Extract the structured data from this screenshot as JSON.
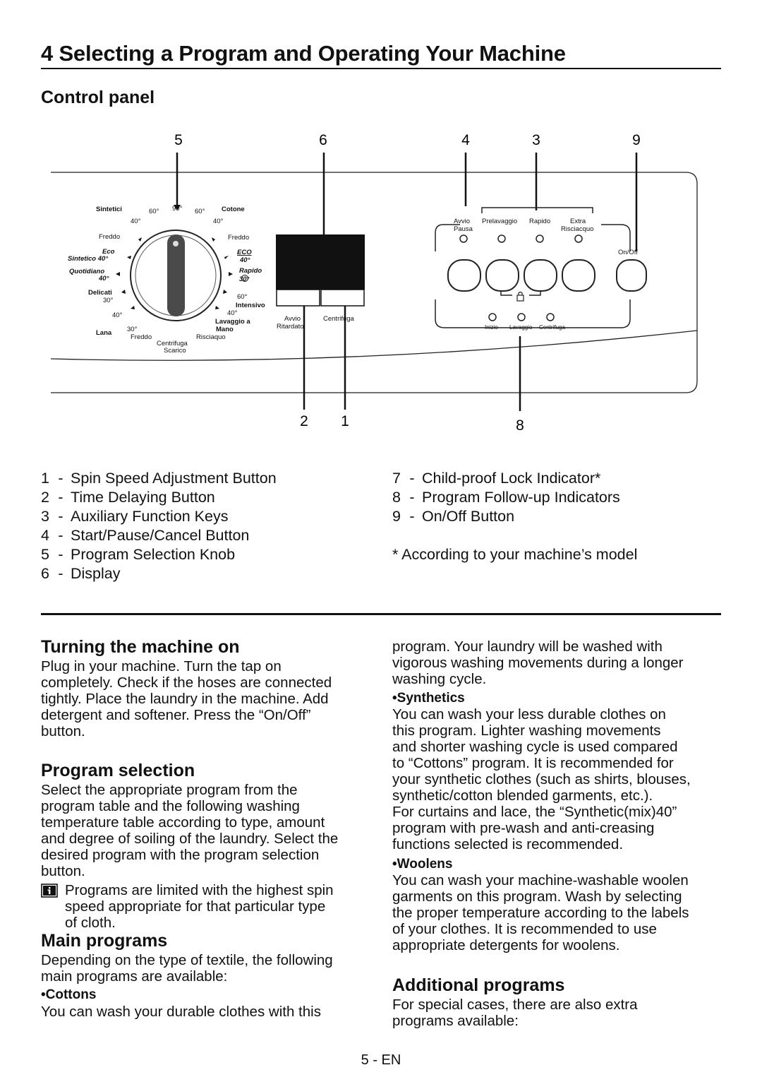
{
  "heading": "4  Selecting a Program and Operating Your Machine",
  "control_panel": {
    "title": "Control panel",
    "callouts": {
      "n1": "1",
      "n2": "2",
      "n3": "3",
      "n4": "4",
      "n5": "5",
      "n6": "6",
      "n8": "8",
      "n9": "9"
    },
    "dial": {
      "sintetici": "Sintetici",
      "cotone": "Cotone",
      "t60a": "60°",
      "t90": "90°",
      "t60b": "60°",
      "t40a": "40°",
      "t40b": "40°",
      "freddo_left": "Freddo",
      "freddo_right": "Freddo",
      "eco_left": "Eco",
      "sintetico40": "Sintetico 40°",
      "eco_right": "ECO",
      "eco_right_40": "40°",
      "quotidiano": "Quotidiano",
      "quotidiano40": "40°",
      "rapido": "Rapido",
      "rapido30": "30°",
      "delicati": "Delicati",
      "delicati30": "30°",
      "intensivo60": "60°",
      "intensivo": "Intensivo",
      "t40c": "40°",
      "t40d": "40°",
      "lavaggio_a": "Lavaggio a",
      "mano": "Mano",
      "lana": "Lana",
      "lana30": "30°",
      "freddo_bottom": "Freddo",
      "risciaquo": "Risciaquo",
      "centrifuga": "Centrifuga",
      "scarico": "Scarico"
    },
    "display_buttons": {
      "avvio": "Avvio",
      "ritardato": "Ritardato",
      "centrifuga": "Centrifuga"
    },
    "right_panel": {
      "avvio": "Avvio",
      "pausa": "Pausa",
      "prelavaggio": "Prelavaggio",
      "rapido": "Rapido",
      "extra": "Extra",
      "risciacquo": "Risciacquo",
      "onoff": "On/Off",
      "inizio": "Inizio",
      "lavaggio": "Lavaggio",
      "centrifuga": "Centrifuga"
    }
  },
  "legend_left": [
    {
      "num": "1",
      "text": "Spin Speed Adjustment Button"
    },
    {
      "num": "2",
      "text": "Time Delaying Button"
    },
    {
      "num": "3",
      "text": "Auxiliary Function Keys"
    },
    {
      "num": "4",
      "text": "Start/Pause/Cancel Button"
    },
    {
      "num": "5",
      "text": "Program Selection Knob"
    },
    {
      "num": "6",
      "text": "Display"
    }
  ],
  "legend_right": [
    {
      "num": "7",
      "text": "Child-proof Lock Indicator*"
    },
    {
      "num": "8",
      "text": "Program Follow-up Indicators"
    },
    {
      "num": "9",
      "text": "On/Off Button"
    }
  ],
  "legend_note": "* According to your machine’s model",
  "turning_on": {
    "title": "Turning the machine on",
    "lines": [
      "Plug in your machine. Turn the tap on",
      "completely. Check if the hoses are connected",
      "tightly. Place the laundry in the machine. Add",
      "detergent and softener. Press the “On/Off”",
      "button."
    ]
  },
  "program_selection": {
    "title": "Program selection",
    "lines": [
      "Select the appropriate program from the",
      "program table and the following washing",
      "temperature table according to type, amount",
      "and degree of soiling of the laundry. Select the",
      "desired program with the program selection",
      "button."
    ],
    "note_lines": [
      "Programs are limited with the highest spin",
      "speed appropriate for that particular type",
      "of cloth."
    ]
  },
  "main_programs": {
    "title": "Main programs",
    "lines": [
      "Depending on the type of textile, the following",
      "main programs are available:"
    ],
    "cottons_title": "•Cottons",
    "cottons_line": "You can wash your durable clothes with this"
  },
  "right_column": {
    "cottons_cont": [
      "program. Your laundry will be washed with",
      "vigorous washing movements during a longer",
      "washing cycle."
    ],
    "synthetics_title": "•Synthetics",
    "synthetics_lines": [
      "You can wash your less durable clothes on",
      "this program. Lighter washing movements",
      "and shorter washing cycle is used compared",
      "to “Cottons” program. It is recommended for",
      "your synthetic clothes (such as shirts, blouses,",
      "synthetic/cotton blended garments, etc.).",
      "For curtains and lace, the “Synthetic(mix)40”",
      "program with pre-wash and anti-creasing",
      "functions selected is recommended."
    ],
    "woolens_title": "•Woolens",
    "woolens_lines": [
      "You can wash your machine-washable woolen",
      "garments on this program. Wash by selecting",
      "the proper temperature according to the labels",
      "of your clothes. It is recommended to use",
      "appropriate detergents for woolens."
    ],
    "additional_title": "Additional programs",
    "additional_lines": [
      "For special cases, there are also extra",
      "programs available:"
    ]
  },
  "footer": "5 - EN"
}
